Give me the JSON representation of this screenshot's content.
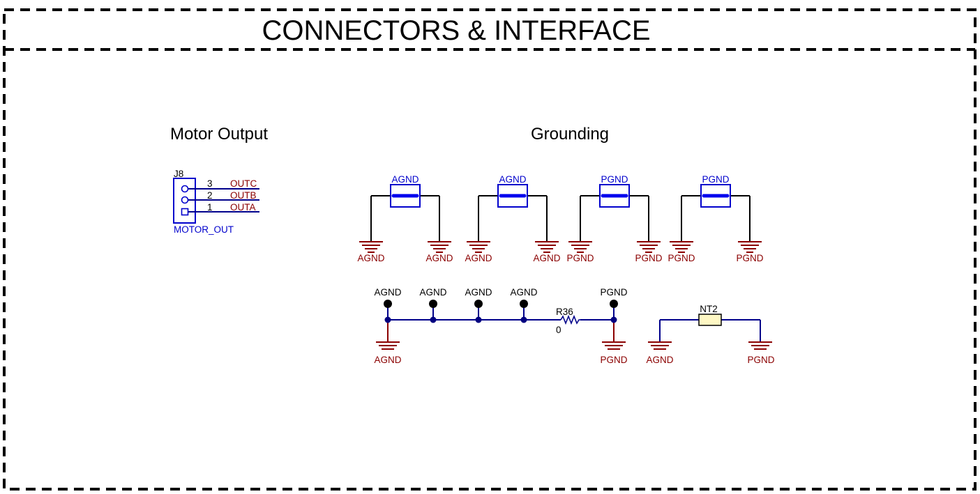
{
  "title": "CONNECTORS & INTERFACE",
  "colors": {
    "wire": "#00008B",
    "net": "#8B0000",
    "part": "#0000CC",
    "junction": "#000080",
    "text": "#000000",
    "nt_fill": "#FFF8C4"
  },
  "motor_output": {
    "heading": "Motor Output",
    "connector": {
      "designator": "J8",
      "name": "MOTOR_OUT",
      "pins": [
        {
          "number": "3",
          "net": "OUTC"
        },
        {
          "number": "2",
          "net": "OUTB"
        },
        {
          "number": "1",
          "net": "OUTA"
        }
      ]
    }
  },
  "grounding": {
    "heading": "Grounding",
    "jumpers": [
      {
        "label": "AGND",
        "left_net": "AGND",
        "right_net": "AGND"
      },
      {
        "label": "AGND",
        "left_net": "AGND",
        "right_net": "AGND"
      },
      {
        "label": "PGND",
        "left_net": "PGND",
        "right_net": "PGND"
      },
      {
        "label": "PGND",
        "left_net": "PGND",
        "right_net": "PGND"
      }
    ],
    "test_points": [
      "AGND",
      "AGND",
      "AGND",
      "AGND",
      "PGND"
    ],
    "agnd_ground": "AGND",
    "pgnd_ground": "PGND",
    "resistor": {
      "designator": "R36",
      "value": "0"
    },
    "net_tie": {
      "designator": "NT2",
      "left_net": "AGND",
      "right_net": "PGND"
    }
  }
}
